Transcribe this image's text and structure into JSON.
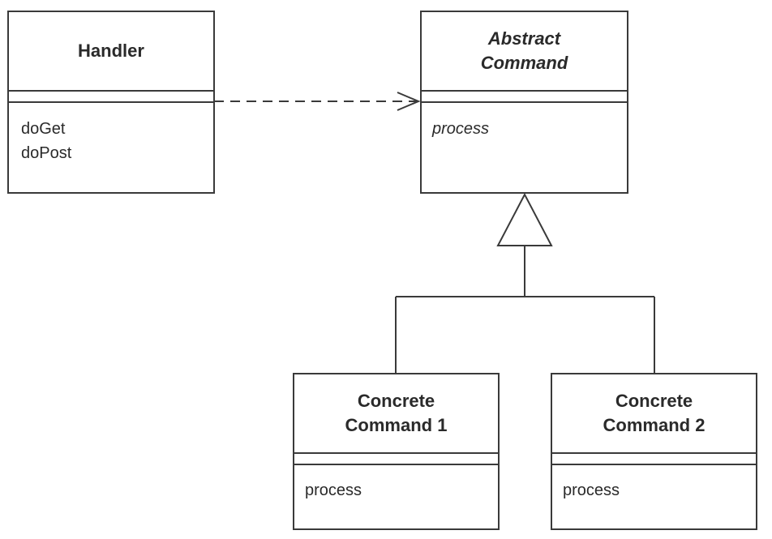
{
  "classes": {
    "handler": {
      "name": "Handler",
      "operations": [
        "doGet",
        "doPost"
      ]
    },
    "abstract_command": {
      "name": "Abstract\nCommand",
      "operations": [
        "process"
      ]
    },
    "concrete_command_1": {
      "name": "Concrete\nCommand 1",
      "operations": [
        "process"
      ]
    },
    "concrete_command_2": {
      "name": "Concrete\nCommand 2",
      "operations": [
        "process"
      ]
    }
  },
  "relationships": [
    {
      "type": "dependency",
      "from": "Handler",
      "to": "Abstract Command",
      "style": "dashed-open-arrow"
    },
    {
      "type": "generalization",
      "from": "Concrete Command 1",
      "to": "Abstract Command",
      "style": "hollow-triangle"
    },
    {
      "type": "generalization",
      "from": "Concrete Command 2",
      "to": "Abstract Command",
      "style": "hollow-triangle"
    }
  ],
  "colors": {
    "line": "#3a3a3a",
    "background": "#ffffff"
  }
}
